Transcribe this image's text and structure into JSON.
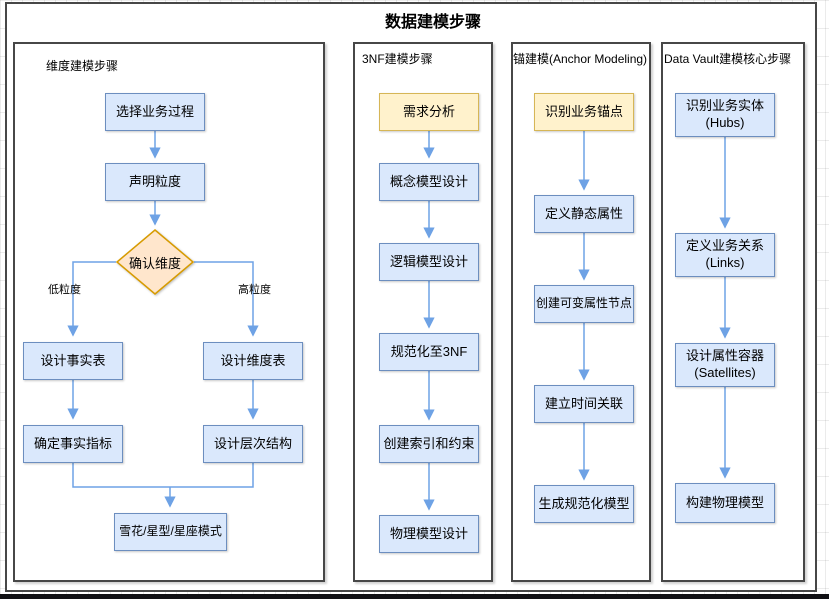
{
  "title": "数据建模步骤",
  "colors": {
    "node_fill_blue": "#dae8fc",
    "node_border_blue": "#6c8ebf",
    "node_fill_yellow": "#fff2cc",
    "node_border_yellow": "#d6b656",
    "diamond_fill_orange": "#ffe6cc",
    "diamond_border_orange": "#d79b00",
    "connector_blue": "#6ea2e5",
    "container_border_gray": "#474747"
  },
  "columns": [
    {
      "label": "维度建模步骤",
      "steps": [
        "选择业务过程",
        "声明粒度",
        "确认维度",
        "设计事实表",
        "设计维度表",
        "确定事实指标",
        "设计层次结构",
        "雪花/星型/星座模式"
      ],
      "branch_labels": [
        "低粒度",
        "高粒度"
      ]
    },
    {
      "label": "3NF建模步骤",
      "steps": [
        "需求分析",
        "概念模型设计",
        "逻辑模型设计",
        "规范化至3NF",
        "创建索引和约束",
        "物理模型设计"
      ]
    },
    {
      "label": "锚建模(Anchor Modeling)",
      "steps": [
        "识别业务锚点",
        "定义静态属性",
        "创建可变属性节点",
        "建立时间关联",
        "生成规范化模型"
      ]
    },
    {
      "label": "Data Vault建模核心步骤",
      "steps": [
        "识别业务实体\n(Hubs)",
        "定义业务关系\n(Links)",
        "设计属性容器\n(Satellites)",
        "构建物理模型"
      ]
    }
  ]
}
